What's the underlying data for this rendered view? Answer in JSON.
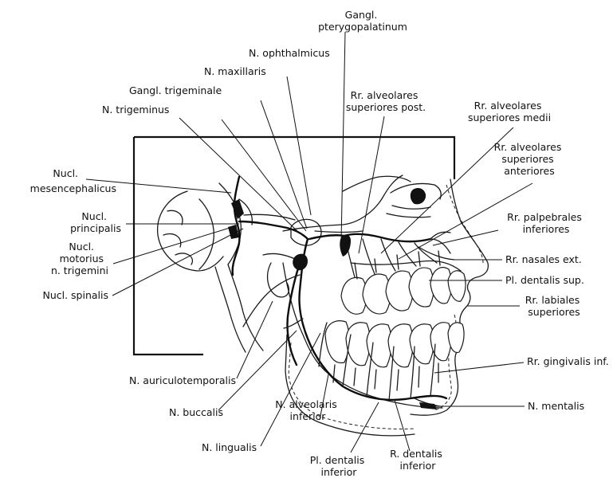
{
  "labels": {
    "gangl_pterygopalatinum": [
      "Gangl.",
      "pterygopalatinum"
    ],
    "n_ophthalmicus": [
      "N. ophthalmicus"
    ],
    "n_maxillaris": [
      "N. maxillaris"
    ],
    "gangl_trigeminale": [
      "Gangl. trigeminale"
    ],
    "n_trigeminus": [
      "N. trigeminus"
    ],
    "rr_alveolares_sup_post": [
      "Rr. alveolares",
      "superiores post."
    ],
    "rr_alveolares_sup_medii": [
      "Rr. alveolares",
      "superiores medii"
    ],
    "rr_alveolares_sup_ant": [
      "Rr. alveolares",
      "superiores",
      "anteriores"
    ],
    "nucl_mesencephalicus": [
      "Nucl.",
      "mesencephalicus"
    ],
    "nucl_principalis": [
      "Nucl.",
      "principalis"
    ],
    "nucl_motorius": [
      "Nucl.",
      "motorius",
      "n. trigemini"
    ],
    "nucl_spinalis": [
      "Nucl. spinalis"
    ],
    "rr_palpebrales_inf": [
      "Rr. palpebrales",
      "inferiores"
    ],
    "rr_nasales_ext": [
      "Rr. nasales ext."
    ],
    "pl_dentalis_sup": [
      "Pl. dentalis sup."
    ],
    "rr_labiales_sup": [
      "Rr. labiales",
      "superiores"
    ],
    "rr_gingivalis_inf": [
      "Rr. gingivalis inf."
    ],
    "n_mentalis": [
      "N. mentalis"
    ],
    "n_auriculotemporalis": [
      "N. auriculotemporalis"
    ],
    "n_buccalis": [
      "N. buccalis"
    ],
    "n_lingualis": [
      "N. lingualis"
    ],
    "n_alveolaris_inf": [
      "N. alveolaris",
      "inferior"
    ],
    "pl_dentalis_inf": [
      "Pl. dentalis",
      "inferior"
    ],
    "r_dentalis_inf": [
      "R. dentalis",
      "inferior"
    ]
  }
}
